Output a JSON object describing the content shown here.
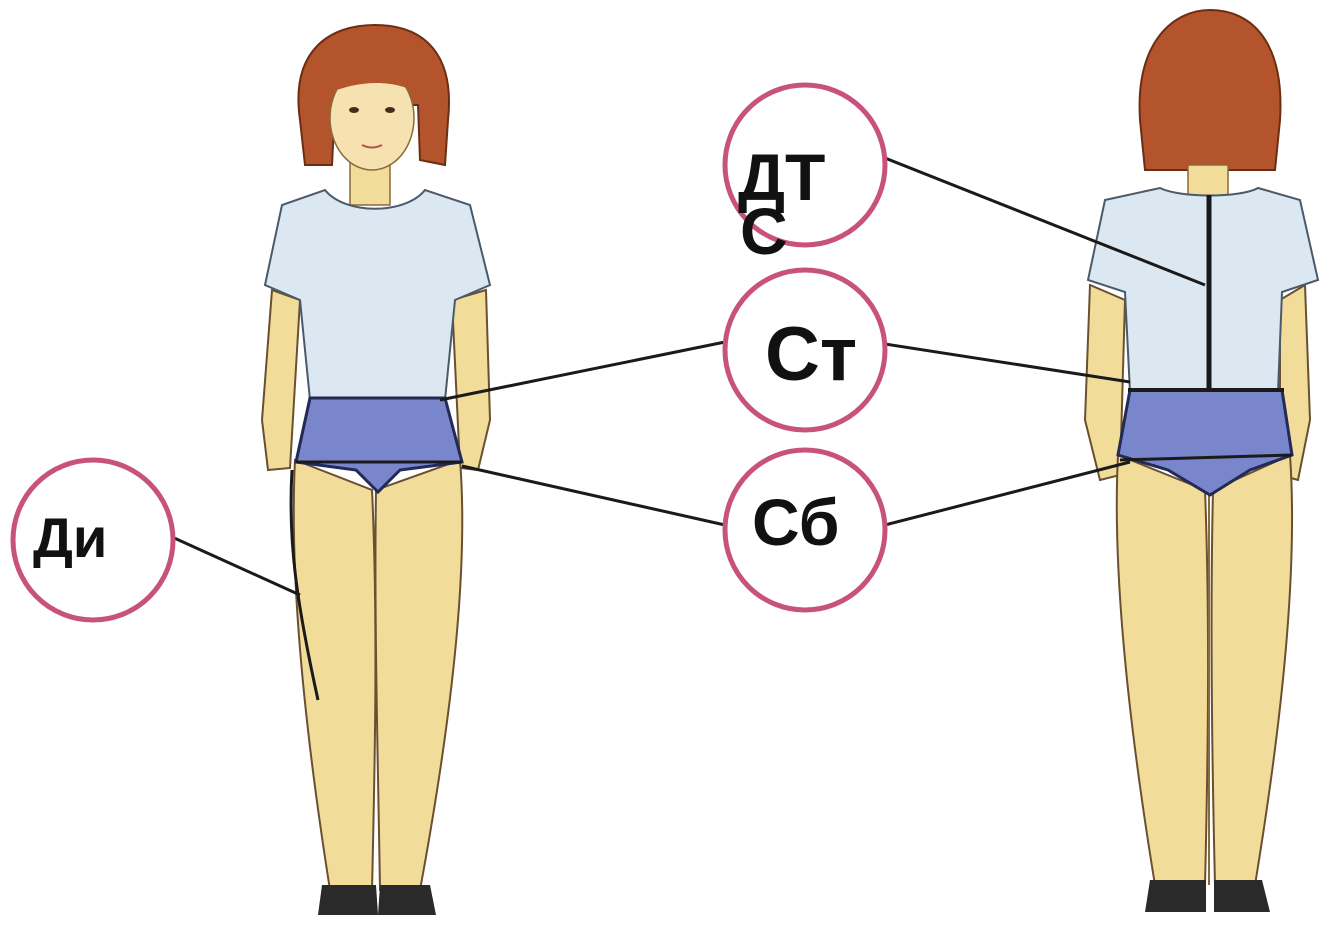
{
  "labels": {
    "dts_line1": "ДТ",
    "dts_line2": "С",
    "st": "Ст",
    "sb": "Сб",
    "di": "Ди"
  },
  "colors": {
    "circle": "#c8527e",
    "line": "#1a1a1a",
    "skin": "#f2dc9a",
    "shirt": "#dbe8f2",
    "briefs": "#7a86cc",
    "hair": "#b4542c",
    "shoes": "#2a2a2a"
  }
}
